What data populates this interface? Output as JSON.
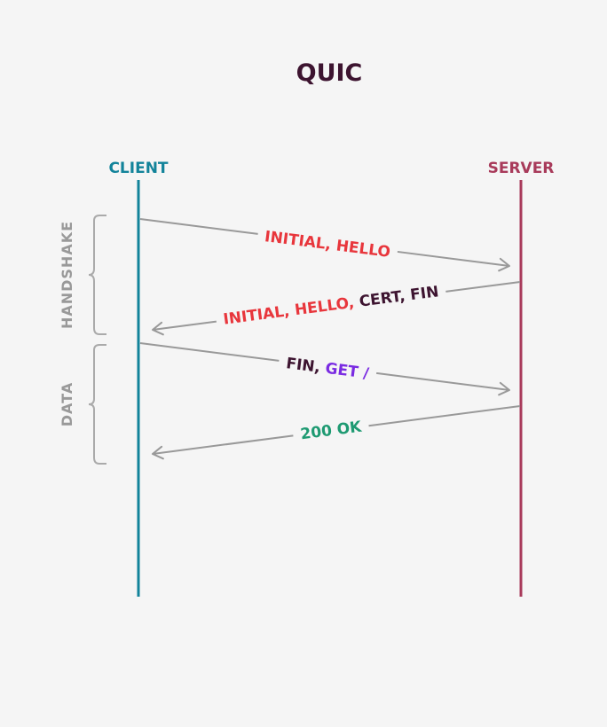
{
  "title": "QUIC",
  "client": {
    "label": "CLIENT"
  },
  "server": {
    "label": "SERVER"
  },
  "phases": {
    "handshake": "HANDSHAKE",
    "data": "DATA"
  },
  "messages": [
    {
      "direction": "client-to-server",
      "parts": [
        {
          "text": "INITIAL, HELLO",
          "color": "#e8363c"
        }
      ]
    },
    {
      "direction": "server-to-client",
      "parts": [
        {
          "text": "INITIAL, HELLO, ",
          "color": "#e8363c"
        },
        {
          "text": "CERT, FIN",
          "color": "#3d1430"
        }
      ]
    },
    {
      "direction": "client-to-server",
      "parts": [
        {
          "text": "FIN, ",
          "color": "#3d1430"
        },
        {
          "text": "GET /",
          "color": "#7a2be2"
        }
      ]
    },
    {
      "direction": "server-to-client",
      "parts": [
        {
          "text": "200 OK",
          "color": "#1e9a72"
        }
      ]
    }
  ],
  "colors": {
    "background": "#f5f5f5",
    "title": "#3d1430",
    "client": "#12839a",
    "server": "#a83a5a",
    "arrow": "#999999",
    "brace": "#aaaaaa",
    "phase_label": "#999999"
  }
}
